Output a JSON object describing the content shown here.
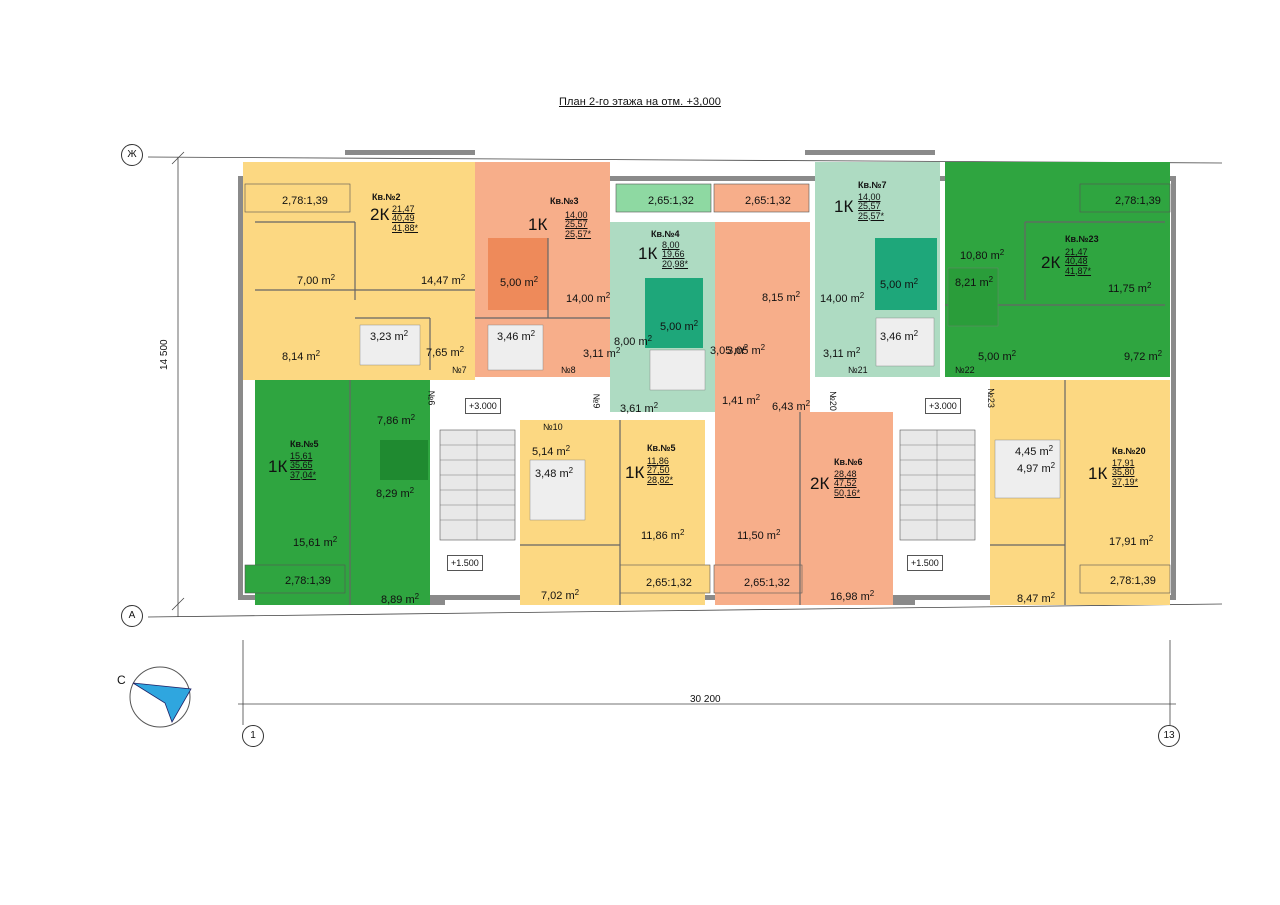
{
  "title": "План 2-го этажа на отм. +3,000",
  "axes": {
    "zh": "Ж",
    "a": "А",
    "one": "1",
    "thirteen": "13"
  },
  "dimensions": {
    "width": "30 200",
    "depth": "14 500"
  },
  "north": "С",
  "colors": {
    "yellow": "#fcd882",
    "salmon": "#f7ae8a",
    "salmon_dark": "#ee8a5a",
    "mint": "#aedbc2",
    "teal": "#1ea77a",
    "green": "#2fa540",
    "green_dark": "#1f8a30",
    "balcony_green": "#8ed9a2",
    "wall": "#8a8a8a",
    "stair": "#e8e8e8"
  },
  "apartments": [
    {
      "name": "Кв.№2",
      "type": "2К",
      "v1": "21,47",
      "v2": "40,49",
      "v3": "41,88*"
    },
    {
      "name": "Кв.№3",
      "type": "1К",
      "v1": "14,00",
      "v2": "25,57",
      "v3": "25,57*"
    },
    {
      "name": "Кв.№4",
      "type": "1К",
      "v1": "8,00",
      "v2": "19,66",
      "v3": "20,98*"
    },
    {
      "name": "Кв.№7",
      "type": "1К",
      "v1": "14,00",
      "v2": "25,57",
      "v3": "25,57*"
    },
    {
      "name": "Кв.№23",
      "type": "2К",
      "v1": "21,47",
      "v2": "40,48",
      "v3": "41,87*"
    },
    {
      "name": "Кв.№5",
      "type": "1К",
      "v1": "15,61",
      "v2": "35,65",
      "v3": "37,04*"
    },
    {
      "name": "Кв.№5",
      "type": "1К",
      "v1": "11,86",
      "v2": "27,50",
      "v3": "28,82*"
    },
    {
      "name": "Кв.№6",
      "type": "2К",
      "v1": "28,48",
      "v2": "47,52",
      "v3": "50,16*"
    },
    {
      "name": "Кв.№20",
      "type": "1К",
      "v1": "17,91",
      "v2": "35,80",
      "v3": "37,19*"
    }
  ],
  "rooms": [
    "7,00",
    "14,47",
    "8,14",
    "3,23",
    "7,65",
    "5,00",
    "14,00",
    "3,46",
    "3,11",
    "5,00",
    "8,00",
    "3,05",
    "3,61",
    "8,15",
    "3,05",
    "1,41",
    "6,43",
    "14,00",
    "5,00",
    "3,11",
    "3,46",
    "10,80",
    "8,21",
    "11,75",
    "5,00",
    "9,72",
    "7,86",
    "8,29",
    "15,61",
    "8,89",
    "5,14",
    "3,48",
    "11,86",
    "7,02",
    "11,50",
    "16,98",
    "4,45",
    "4,97",
    "17,91",
    "8,47"
  ],
  "unit": "m",
  "balconies": [
    "2,78:1,39",
    "2,65:1,32",
    "2,65:1,32",
    "2,78:1,39",
    "2,78:1,39",
    "2,65:1,32",
    "2,65:1,32",
    "2,78:1,39"
  ],
  "sections": [
    "№7",
    "№8",
    "№6",
    "№9",
    "№10",
    "№20",
    "№21",
    "№22",
    "№23"
  ],
  "elevations": [
    "+3.000",
    "+3.000",
    "+1.500",
    "+1.500"
  ]
}
